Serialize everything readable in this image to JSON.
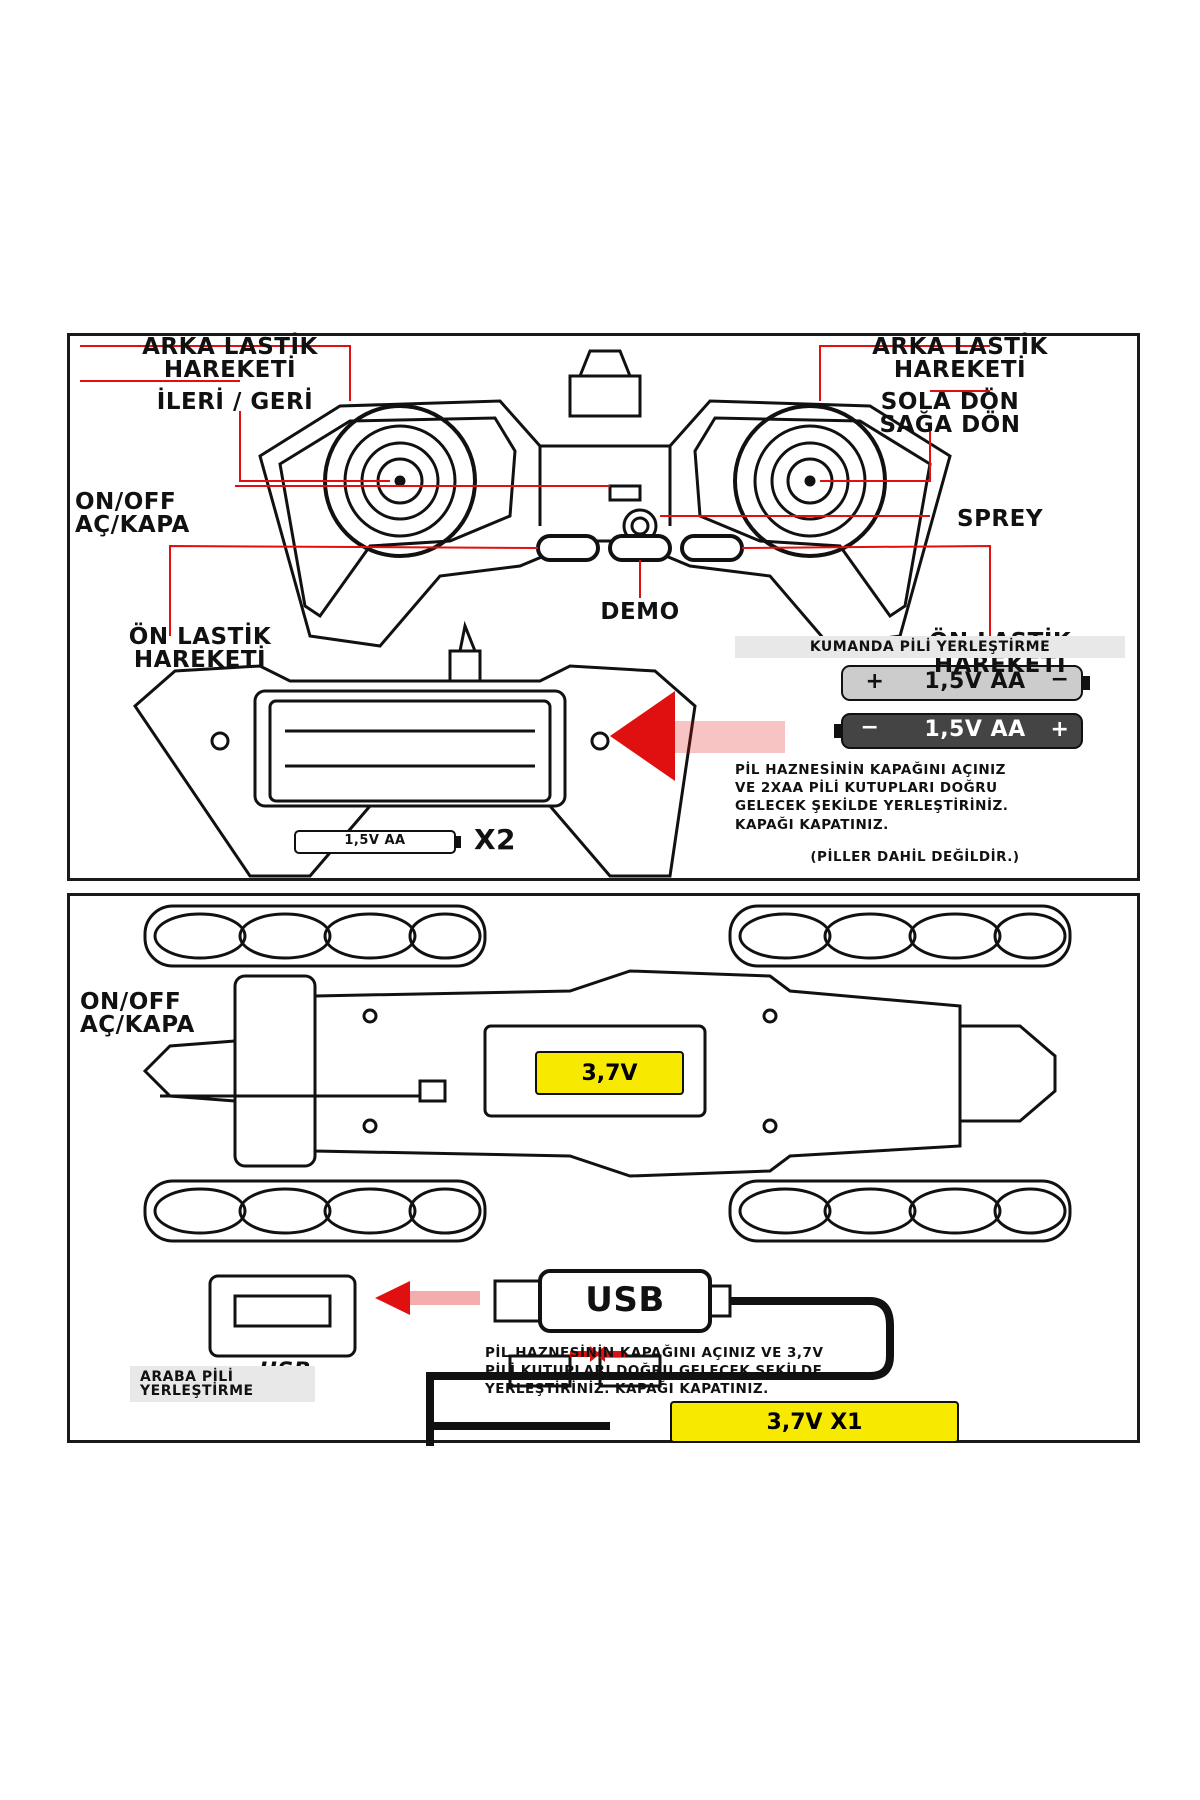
{
  "remote": {
    "rear_left_title": "ARKA LASTİK\nHAREKETİ",
    "rear_left_sub": "İLERİ / GERİ",
    "rear_right_title": "ARKA LASTİK\nHAREKETİ",
    "rear_right_sub": "SOLA DÖN\nSAĞA DÖN",
    "onoff": "ON/OFF\nAÇ/KAPA",
    "sprey": "SPREY",
    "demo": "DEMO",
    "front_left": "ÖN LASTİK\nHAREKETİ",
    "front_right": "ÖN LASTİK\nHAREKETİ"
  },
  "battery_remote": {
    "title": "KUMANDA PİLİ YERLEŞTİRME",
    "battery1": "1,5V AA",
    "battery2": "1,5V AA",
    "plus": "+",
    "minus": "−",
    "instruction": "PİL HAZNESİNİN KAPAĞINI AÇINIZ\nVE 2XAA PİLİ KUTUPLARI DOĞRU\nGELECEK ŞEKİLDE YERLEŞTİRİNİZ.\nKAPAĞI KAPATINIZ.",
    "note": "(PİLLER DAHİL DEĞİLDİR.)",
    "small_battery": "1,5V AA",
    "count": "X2"
  },
  "car": {
    "onoff": "ON/OFF\nAÇ/KAPA",
    "battery_label": "3,7V",
    "usb_label": "USB",
    "usb_logo": "USB",
    "car_battery_title": "ARABA PİLİ\nYERLEŞTİRME",
    "instruction": "PİL HAZNESİNİN KAPAĞINI AÇINIZ VE 3,7V\nPİLİ KUTUPLARI DOĞRU GELECEK ŞEKİLDE\nYERLEŞTİRİNİZ. KAPAĞI KAPATINIZ.",
    "battery_count": "3,7V X1"
  },
  "colors": {
    "accent_red": "#e01010",
    "yellow": "#f7e900",
    "ink": "#111111"
  }
}
